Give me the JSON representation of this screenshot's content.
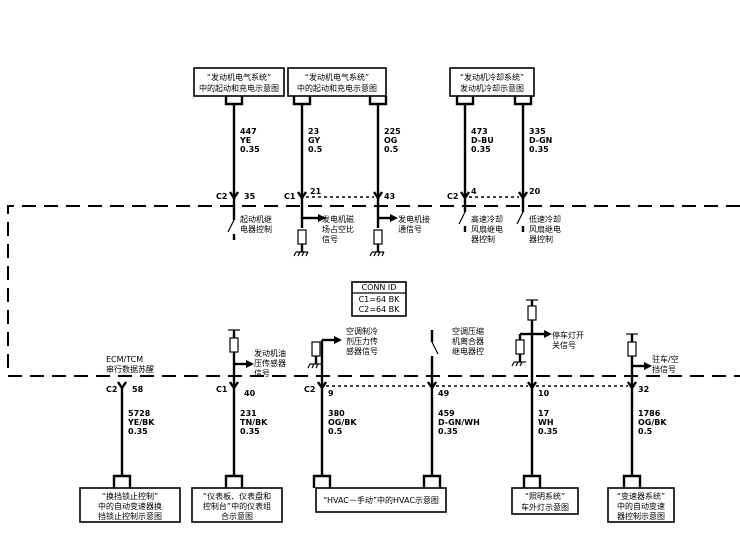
{
  "top_boxes": [
    {
      "line1": "“发动机电气系统”",
      "line2": "中的起动和充电示意图"
    },
    {
      "line1": "“发动机电气系统”",
      "line2": "中的起动和充电示意图"
    },
    {
      "line1": "“发动机冷却系统”",
      "line2": "发动机冷却示意图"
    }
  ],
  "top_wires": [
    {
      "circuit": "447",
      "color": "YE",
      "gauge": "0.35"
    },
    {
      "circuit": "23",
      "color": "GY",
      "gauge": "0.5"
    },
    {
      "circuit": "225",
      "color": "OG",
      "gauge": "0.5"
    },
    {
      "circuit": "473",
      "color": "D-BU",
      "gauge": "0.35"
    },
    {
      "circuit": "335",
      "color": "D-GN",
      "gauge": "0.35"
    }
  ],
  "top_connectors": [
    {
      "conn": "C2",
      "pin": "35"
    },
    {
      "conn": "C1",
      "pin": "21"
    },
    {
      "conn": "",
      "pin": "43"
    },
    {
      "conn": "C2",
      "pin": "4"
    },
    {
      "conn": "",
      "pin": "20"
    }
  ],
  "top_labels": [
    {
      "l1": "起动机继",
      "l2": "电器控制",
      "l3": ""
    },
    {
      "l1": "发电机磁",
      "l2": "场占空比",
      "l3": "信号"
    },
    {
      "l1": "发电机接",
      "l2": "通信号",
      "l3": ""
    },
    {
      "l1": "高速冷却",
      "l2": "风扇继电",
      "l3": "器控制"
    },
    {
      "l1": "低速冷却",
      "l2": "风扇继电",
      "l3": "器控制"
    }
  ],
  "conn_id": {
    "title": "CONN ID",
    "c1": "C1=64 BK",
    "c2": "C2=64 BK"
  },
  "ecm": {
    "line1": "ECM/TCM",
    "line2": "串行数据苏醒"
  },
  "bottom_labels": [
    {
      "l1": "发动机油",
      "l2": "压传感器",
      "l3": "信号"
    },
    {
      "l1": "空调制冷",
      "l2": "剂压力传",
      "l3": "感器信号"
    },
    {
      "l1": "空调压缩",
      "l2": "机离合器",
      "l3": "继电器控"
    },
    {
      "l1": "停车灯开",
      "l2": "关信号",
      "l3": ""
    },
    {
      "l1": "驻车/空",
      "l2": "挡信号",
      "l3": ""
    }
  ],
  "bottom_connectors": [
    {
      "conn": "C2",
      "pin": "58"
    },
    {
      "conn": "C1",
      "pin": "40"
    },
    {
      "conn": "C2",
      "pin": "9"
    },
    {
      "conn": "",
      "pin": "49"
    },
    {
      "conn": "",
      "pin": "10"
    },
    {
      "conn": "",
      "pin": "32"
    }
  ],
  "bottom_wires": [
    {
      "circuit": "5728",
      "color": "YE/BK",
      "gauge": "0.35"
    },
    {
      "circuit": "231",
      "color": "TN/BK",
      "gauge": "0.35"
    },
    {
      "circuit": "380",
      "color": "OG/BK",
      "gauge": "0.5"
    },
    {
      "circuit": "459",
      "color": "D-GN/WH",
      "gauge": "0.35"
    },
    {
      "circuit": "17",
      "color": "WH",
      "gauge": "0.35"
    },
    {
      "circuit": "1786",
      "color": "OG/BK",
      "gauge": "0.5"
    }
  ],
  "bottom_boxes": [
    {
      "line1": "“换挡锁止控制”",
      "line2": "中的自动变速器换",
      "line3": "挡锁止控制示意图"
    },
    {
      "line1": "“仪表板、仪表盘和",
      "line2": "控制台”中的仪表组",
      "line3": "合示意图"
    },
    {
      "line1": "“HVAC－手动”中的HVAC示意图",
      "line2": "",
      "line3": ""
    },
    {
      "line1": "“照明系统”",
      "line2": "车外灯示意图",
      "line3": ""
    },
    {
      "line1": "“变速器系统”",
      "line2": "中的自动变速",
      "line3": "器控制示意图"
    }
  ]
}
